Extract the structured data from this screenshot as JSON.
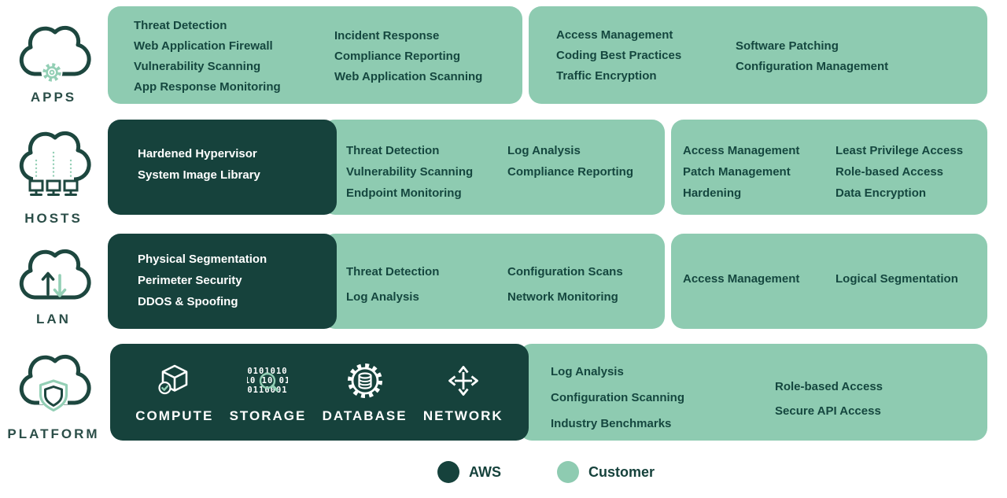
{
  "colors": {
    "aws": "#16423c",
    "customer": "#8ecbb1",
    "text_dark": "#15473f",
    "accent_light": "#93cfb5"
  },
  "rows": [
    {
      "label": "APPS",
      "icon": "cloud-gear-icon",
      "blocks": [
        {
          "owner": "customer",
          "columns": [
            [
              "Threat Detection",
              "Web Application Firewall",
              "Vulnerability Scanning",
              "App Response Monitoring"
            ],
            [
              "Incident Response",
              "Compliance Reporting",
              "Web Application Scanning"
            ]
          ]
        },
        {
          "owner": "customer",
          "columns": [
            [
              "Access Management",
              "Coding Best Practices",
              "Traffic Encryption"
            ],
            [
              "Software Patching",
              "Configuration Management"
            ]
          ]
        }
      ]
    },
    {
      "label": "HOSTS",
      "icon": "cloud-monitors-icon",
      "blocks": [
        {
          "owner": "aws",
          "lines": [
            "Hardened Hypervisor",
            "System Image Library"
          ]
        },
        {
          "owner": "customer",
          "columns": [
            [
              "Threat Detection",
              "Vulnerability Scanning",
              "Endpoint Monitoring"
            ],
            [
              "Log Analysis",
              "Compliance Reporting"
            ]
          ]
        },
        {
          "owner": "customer",
          "columns": [
            [
              "Access Management",
              "Patch Management",
              "Hardening"
            ],
            [
              "Least Privilege Access",
              "Role-based Access",
              "Data Encryption"
            ]
          ]
        }
      ]
    },
    {
      "label": "LAN",
      "icon": "cloud-updown-arrows-icon",
      "blocks": [
        {
          "owner": "aws",
          "lines": [
            "Physical Segmentation",
            "Perimeter Security",
            "DDOS & Spoofing"
          ]
        },
        {
          "owner": "customer",
          "columns": [
            [
              "Threat Detection",
              "Log Analysis"
            ],
            [
              "Configuration Scans",
              "Network Monitoring"
            ]
          ]
        },
        {
          "owner": "customer",
          "columns": [
            [
              "Access Management"
            ],
            [
              "Logical Segmentation"
            ]
          ]
        }
      ]
    },
    {
      "label": "PLATFORM",
      "icon": "cloud-shield-icon",
      "blocks": [
        {
          "owner": "aws",
          "services": [
            {
              "label": "COMPUTE",
              "icon": "cube-check-icon"
            },
            {
              "label": "STORAGE",
              "icon": "binary-magnifier-icon",
              "binary": [
                "0101010",
                "10 10 01",
                "0110001"
              ]
            },
            {
              "label": "DATABASE",
              "icon": "gear-database-icon"
            },
            {
              "label": "NETWORK",
              "icon": "network-arrows-icon"
            }
          ]
        },
        {
          "owner": "customer",
          "columns": [
            [
              "Log Analysis",
              "Configuration Scanning",
              "Industry Benchmarks"
            ],
            [
              "Role-based Access",
              "Secure API Access"
            ]
          ]
        }
      ]
    }
  ],
  "legend": [
    {
      "label": "AWS",
      "color": "#16423c"
    },
    {
      "label": "Customer",
      "color": "#8ecbb1"
    }
  ]
}
